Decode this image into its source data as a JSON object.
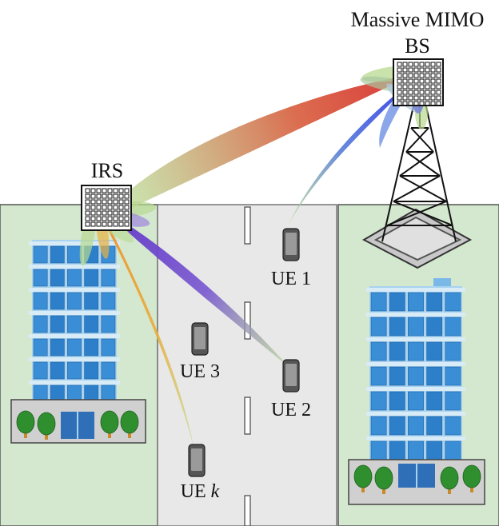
{
  "labels": {
    "bs_line1": "Massive MIMO",
    "bs_line2": "BS",
    "irs": "IRS",
    "ue1": "UE 1",
    "ue2": "UE 2",
    "ue3": "UE 3",
    "uek_prefix": "UE ",
    "uek_suffix": "k"
  },
  "colors": {
    "ground_green": "#d4e8cf",
    "road_gray": "#e8e8e8",
    "building_blue": "#2c7fc8",
    "building_light": "#4aa0e0",
    "tree_green": "#2f8f2f",
    "beam_red": "#d64a3a",
    "beam_blue": "#3340e0",
    "beam_purple": "#6a2fd0",
    "beam_orange": "#f0a030",
    "beam_fade": "#a8d08a"
  },
  "icons": [
    "massive-mimo-antenna-icon",
    "irs-panel-icon",
    "phone-icon",
    "tree-icon",
    "building-icon"
  ]
}
